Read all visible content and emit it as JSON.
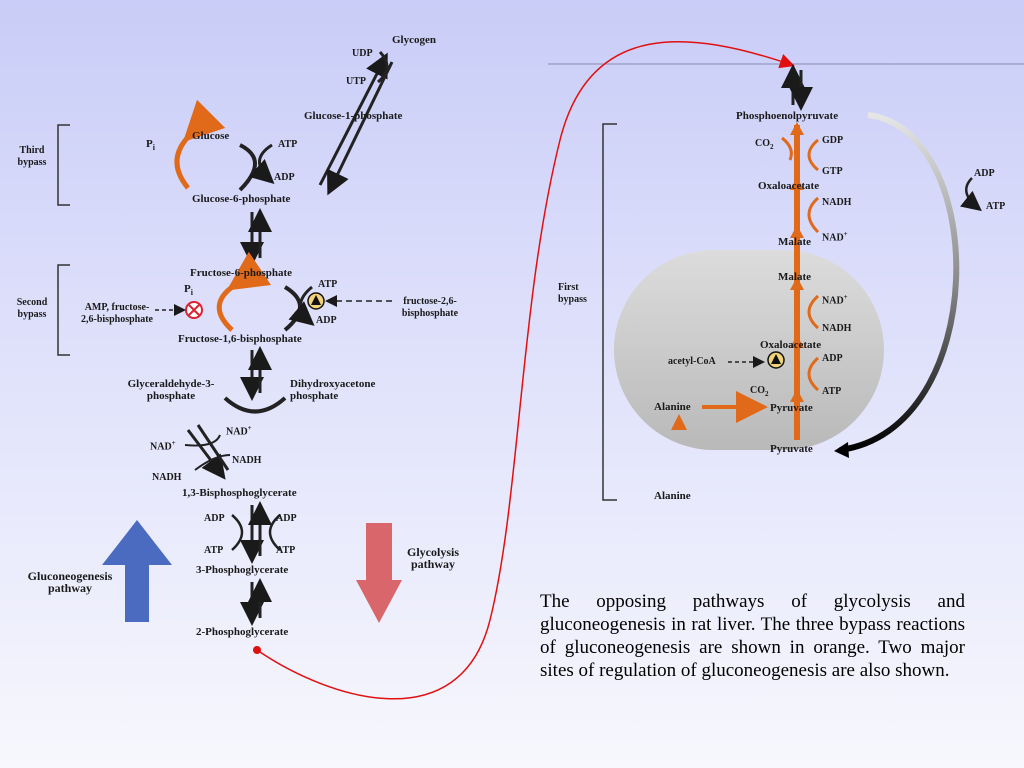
{
  "left": {
    "glycogen": "Glycogen",
    "udp": "UDP",
    "utp": "UTP",
    "glucose_1p": "Glucose-1-phosphate",
    "third_bypass": "Third bypass",
    "pi_1": "P",
    "pi_1_sub": "i",
    "glucose": "Glucose",
    "atp_1": "ATP",
    "adp_1": "ADP",
    "glucose_6p": "Glucose-6-phosphate",
    "fructose_6p": "Fructose-6-phosphate",
    "second_bypass": "Second bypass",
    "pi_2": "P",
    "pi_2_sub": "i",
    "atp_2": "ATP",
    "adp_2": "ADP",
    "amp_inhibitor": "AMP, fructose-2,6-bisphosphate",
    "f26bp_activator": "fructose-2,6-bisphosphate",
    "fructose_16bp": "Fructose-1,6-bisphosphate",
    "gap": "Glyceraldehyde-3-phosphate",
    "dhap": "Dihydroxyacetone phosphate",
    "nad_1": "NAD",
    "nad_2": "NAD",
    "nadh_1": "NADH",
    "nadh_2": "NADH",
    "bpg_13": "1,3-Bisphosphoglycerate",
    "adp_3": "ADP",
    "adp_4": "ADP",
    "atp_3": "ATP",
    "atp_4": "ATP",
    "pg_3": "3-Phosphoglycerate",
    "pg_2": "2-Phosphoglycerate",
    "gluconeogenesis_pathway": "Gluconeogenesis pathway",
    "glycolysis_pathway": "Glycolysis pathway"
  },
  "right": {
    "pep": "Phosphoenolpyruvate",
    "co2_1": "CO",
    "gdp": "GDP",
    "gtp": "GTP",
    "oaa_1": "Oxaloacetate",
    "adp_r": "ADP",
    "atp_r": "ATP",
    "nadh_r1": "NADH",
    "nad_r1": "NAD",
    "malate_1": "Malate",
    "first_bypass": "First bypass",
    "malate_2": "Malate",
    "nad_r2": "NAD",
    "nadh_r2": "NADH",
    "oaa_2": "Oxaloacetate",
    "acetyl_coa": "acetyl-CoA",
    "adp_r2": "ADP",
    "co2_2": "CO",
    "atp_r2": "ATP",
    "alanine_1": "Alanine",
    "pyruvate_1": "Pyruvate",
    "pyruvate_2": "Pyruvate",
    "alanine_2": "Alanine"
  },
  "caption": "The opposing pathways of glycolysis and gluconeogenesis in rat liver. The three bypass reactions of gluconeogenesis are shown in orange. Two major sites of regulation of gluconeogenesis are also shown.",
  "colors": {
    "orange": "#e06a1a",
    "connector_red": "#e01010",
    "gluconeogenesis_arrow": "#4a6bc0",
    "glycolysis_arrow": "#d9666a",
    "mito_gray": "#c8c8c8"
  }
}
